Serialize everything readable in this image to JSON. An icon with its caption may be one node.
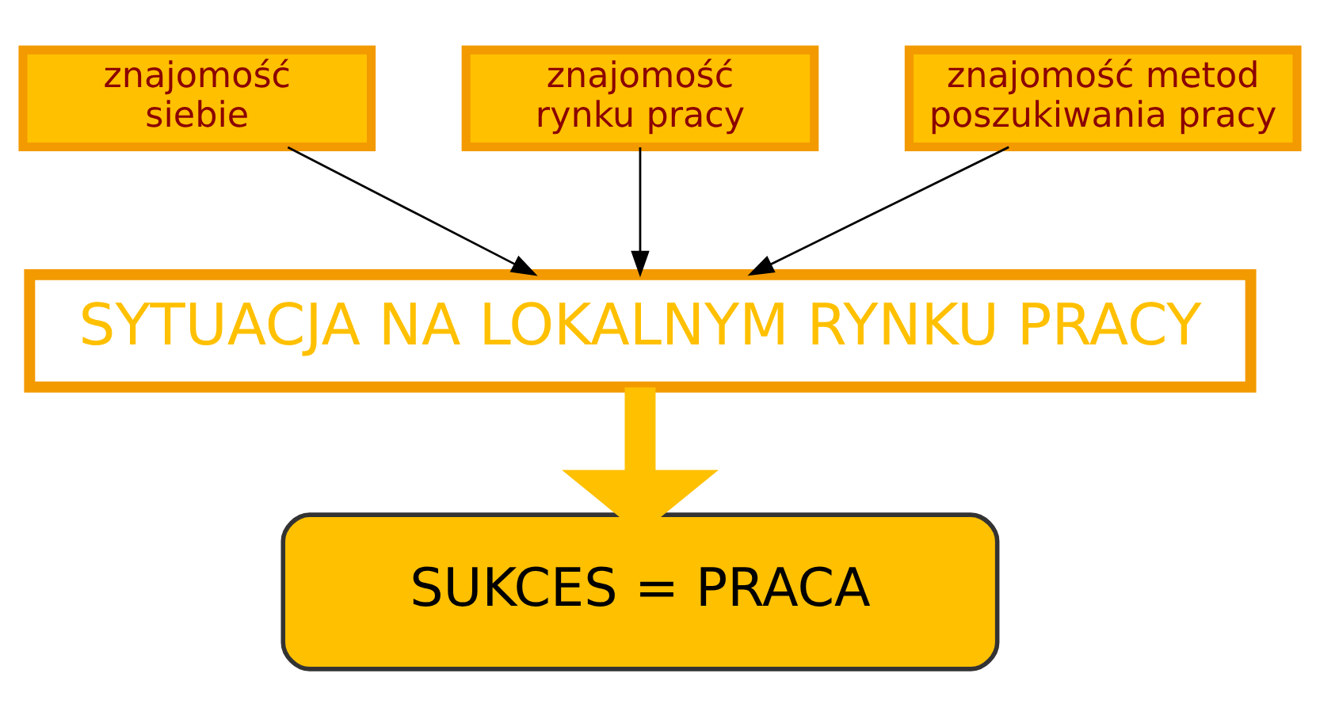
{
  "diagram": {
    "nodes": [
      {
        "text": [
          "znajomość siebie"
        ]
      },
      {
        "text": [
          "znajomość rynku pracy"
        ]
      },
      {
        "text": [
          "znajomość metod poszukiwania pracy"
        ]
      },
      {
        "text": [
          "SYTUACJA NA LOKALNYM RYNKU PRACY"
        ]
      },
      {
        "text": [
          "SUKCES = PRACA"
        ]
      }
    ],
    "edges": [
      {
        "from": 0,
        "to": 3,
        "arrow": "to"
      },
      {
        "from": 1,
        "to": 3,
        "arrow": "to"
      },
      {
        "from": 2,
        "to": 3,
        "arrow": "to"
      },
      {
        "from": 3,
        "to": 4,
        "arrow": "to",
        "style": "thick",
        "color": "#ffc000"
      }
    ]
  }
}
